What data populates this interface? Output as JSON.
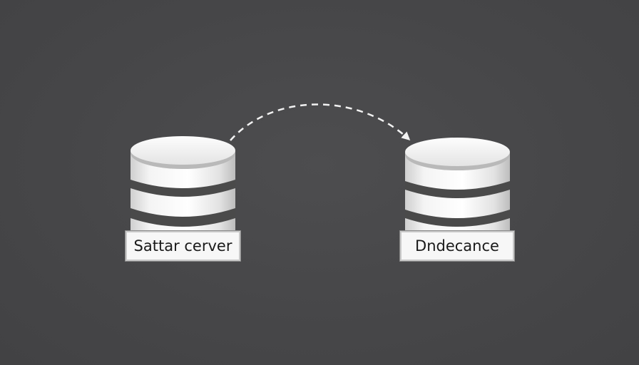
{
  "diagram": {
    "nodes": [
      {
        "id": "source",
        "label": "Sattar cerver",
        "icon": "database-cylinder-icon"
      },
      {
        "id": "target",
        "label": "Dndecance",
        "icon": "database-cylinder-icon"
      }
    ],
    "edges": [
      {
        "from": "source",
        "to": "target",
        "style": "dashed",
        "arrow": "end"
      }
    ],
    "colors": {
      "background": "#48484a",
      "cylinder": "#e9e9e9",
      "band": "#4a4a4a",
      "arrow": "#f2f2f2",
      "label_background": "#f7f7f7"
    }
  }
}
